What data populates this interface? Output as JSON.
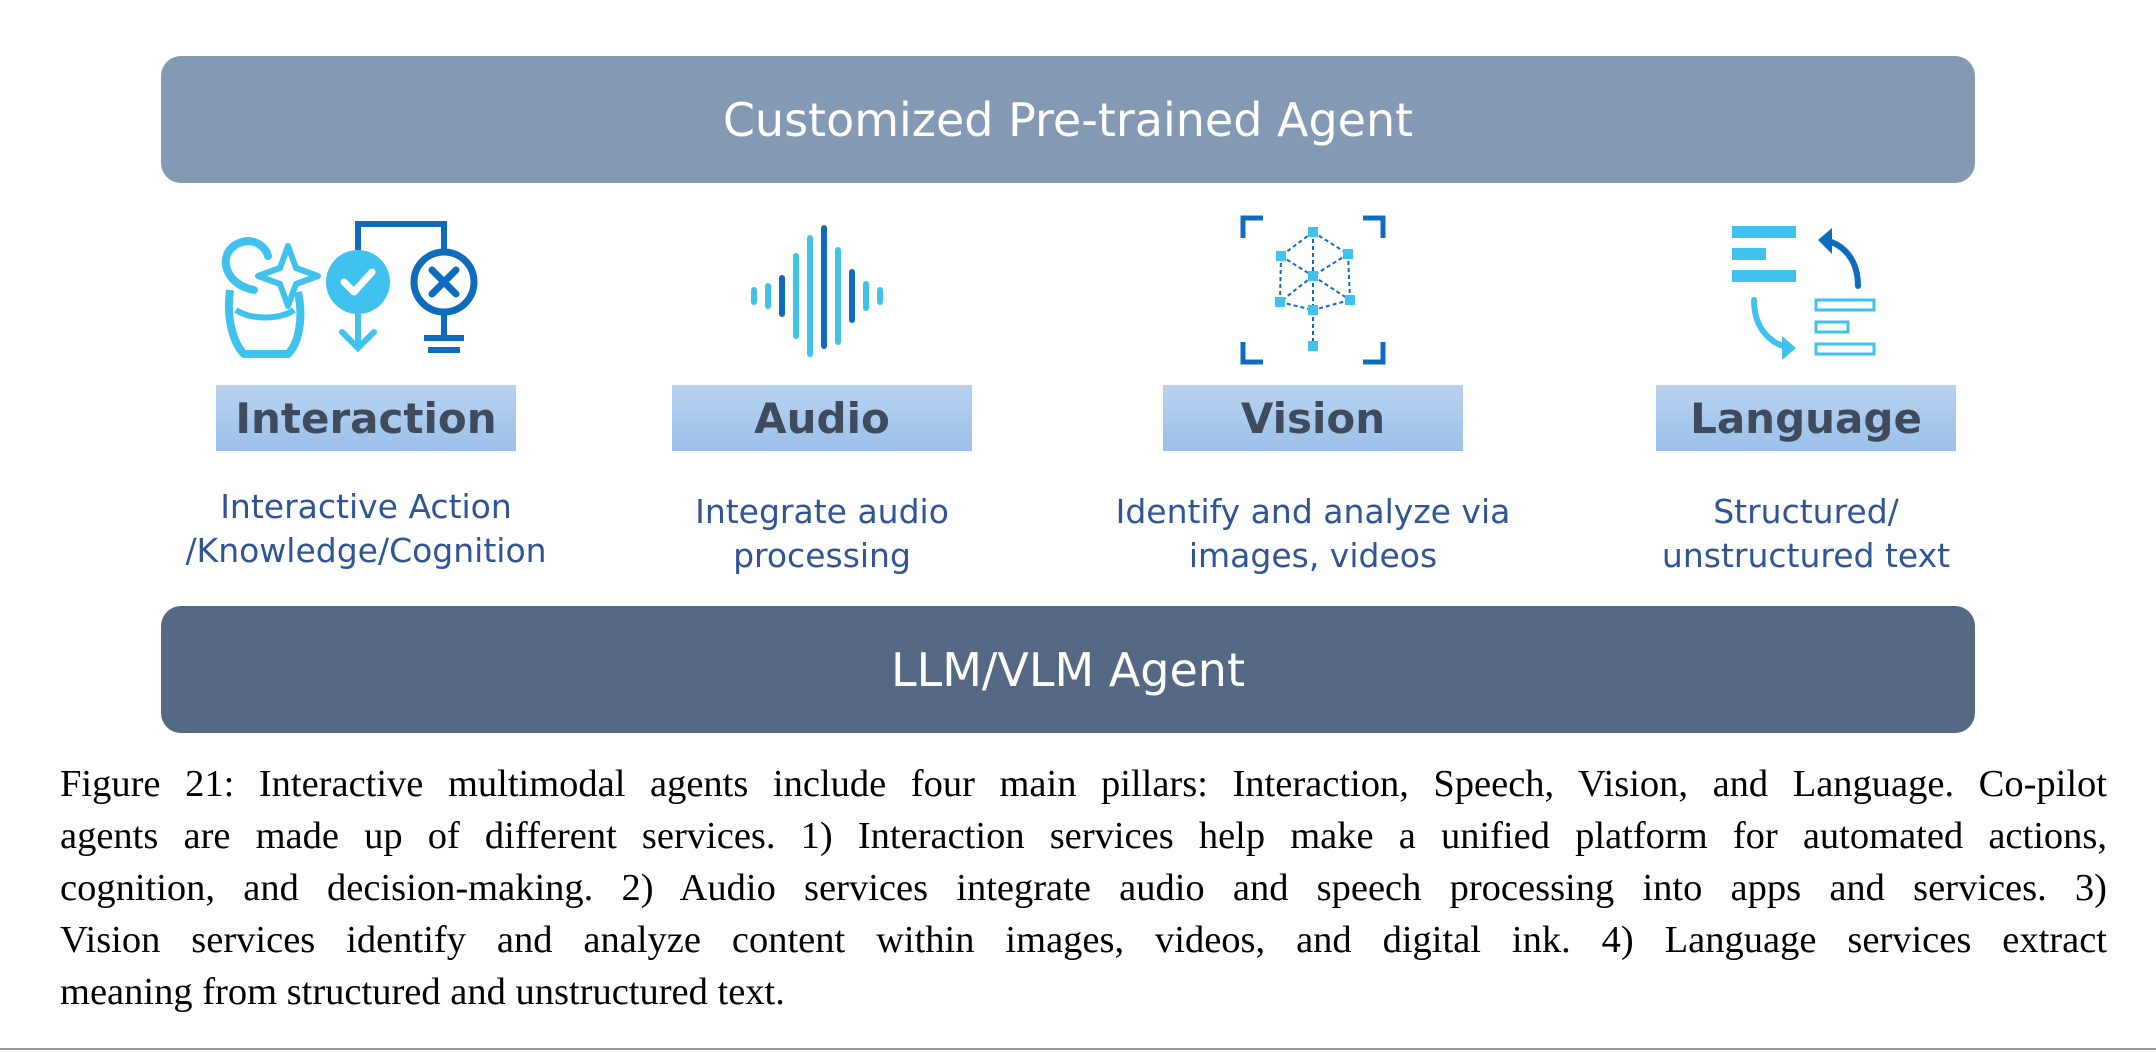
{
  "top_band": {
    "label": "Customized Pre-trained Agent"
  },
  "bottom_band": {
    "label": "LLM/VLM Agent"
  },
  "pillars": [
    {
      "icon": "interaction-icon",
      "label": "Interaction",
      "desc_line1": "Interactive Action",
      "desc_line2": "/Knowledge/Cognition"
    },
    {
      "icon": "audio-waveform-icon",
      "label": "Audio",
      "desc_line1": "Integrate audio",
      "desc_line2": "processing"
    },
    {
      "icon": "vision-scan-icon",
      "label": "Vision",
      "desc_line1": "Identify and analyze via",
      "desc_line2": "images, videos"
    },
    {
      "icon": "language-text-icon",
      "label": "Language",
      "desc_line1": "Structured/",
      "desc_line2": "unstructured text"
    }
  ],
  "caption": {
    "lines": [
      "Figure 21: Interactive multimodal agents include four main pillars: Interaction, Speech, Vision, and Language. Co-pilot",
      "agents are made up of different services. 1) Interaction services help make a unified platform for automated actions,",
      "cognition, and decision-making. 2) Audio services integrate audio and speech processing into apps and services. 3)",
      "Vision services identify and analyze content within images, videos, and digital ink. 4) Language services extract",
      "meaning from structured and unstructured text."
    ]
  },
  "colors": {
    "top_band": "#8499b3",
    "bottom_band": "#566984",
    "label_box": "#a9c9ee",
    "desc_text": "#2f5597",
    "icon_light": "#40c2ef",
    "icon_dark": "#0f6cbd"
  }
}
